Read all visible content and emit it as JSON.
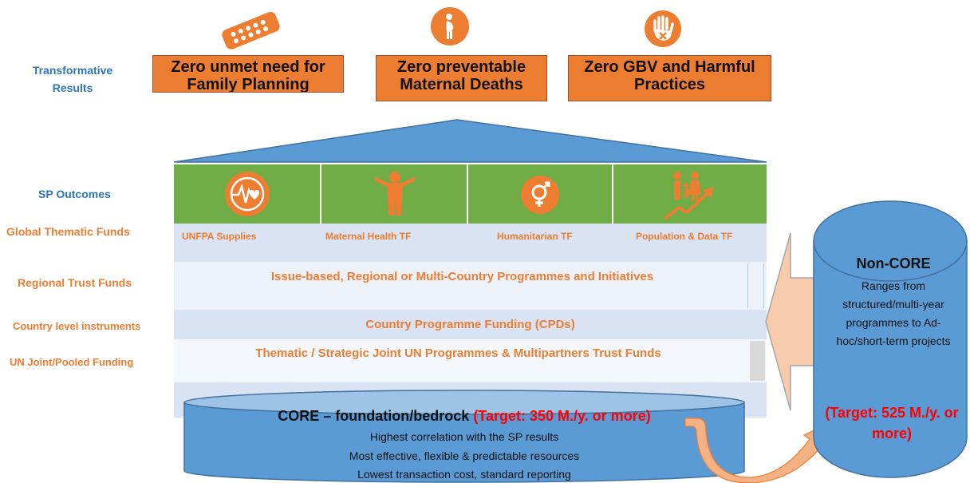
{
  "left_labels": {
    "transformative_results": "Transformative\nResults",
    "sp_outcomes": "SP Outcomes",
    "global_thematic_funds": "Global Thematic Funds",
    "regional_trust_funds": "Regional Trust Funds",
    "country_level_instruments": "Country level instruments",
    "un_joint_pooled_funding": "UN Joint/Pooled Funding"
  },
  "results": [
    {
      "text": "Zero unmet need for Family Planning",
      "icon": "pill-pack-icon"
    },
    {
      "text": "Zero preventable Maternal Deaths",
      "icon": "pregnant-woman-icon"
    },
    {
      "text": "Zero GBV and Harmful Practices",
      "icon": "hand-stop-icon"
    }
  ],
  "outcome_icons": [
    "heart-pulse-icon",
    "youth-figure-icon",
    "gender-symbol-icon",
    "population-growth-icon"
  ],
  "global_funds": [
    "UNFPA Supplies",
    "Maternal Health TF",
    "Humanitarian TF",
    "Population & Data TF"
  ],
  "bands": {
    "regional": "Issue-based, Regional or Multi-Country Programmes and Initiatives",
    "country": "Country Programme Funding (CPDs)",
    "un_joint": "Thematic / Strategic Joint UN Programmes & Multipartners Trust Funds"
  },
  "core": {
    "title": "CORE –  foundation/bedrock",
    "target": "(Target: 350 M./y. or more)",
    "lines": [
      "Highest correlation with the SP results",
      "Most effective, flexible & predictable resources",
      "Lowest transaction cost, standard reporting"
    ]
  },
  "non_core": {
    "title": "Non-CORE",
    "description": "Ranges from structured/multi-year programmes to Ad-hoc/short-term projects",
    "target": "(Target: 525 M./y. or more)"
  },
  "colors": {
    "orange": "#ed7d31",
    "blue": "#2e75b6",
    "green": "#70ad47",
    "cylinder_blue": "#5b9bd5",
    "band_light": "#dae3f3",
    "red": "#ff0000"
  }
}
